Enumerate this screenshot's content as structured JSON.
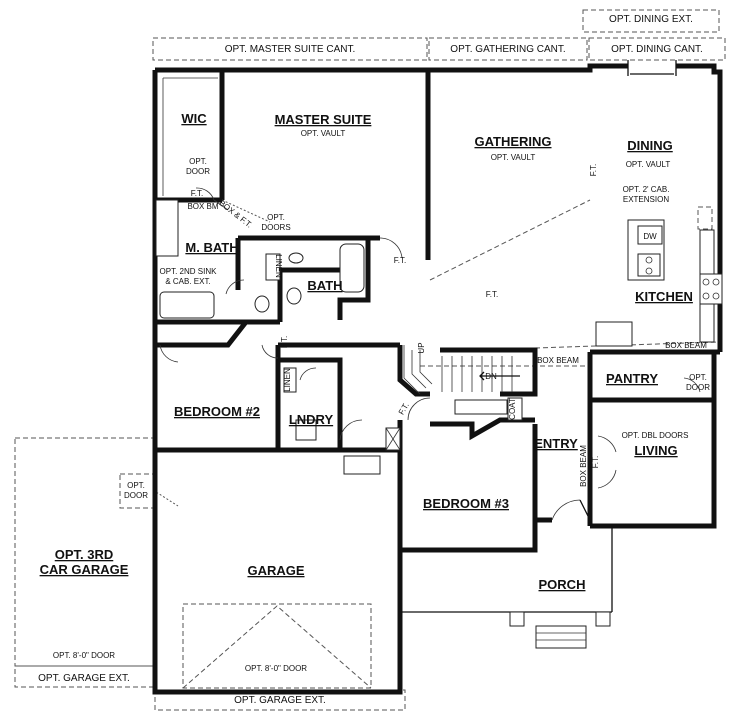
{
  "rooms": {
    "wic": "WIC",
    "master_suite": "MASTER SUITE",
    "gathering": "GATHERING",
    "dining": "DINING",
    "m_bath": "M. BATH",
    "bath": "BATH",
    "kitchen": "KITCHEN",
    "pantry": "PANTRY",
    "bedroom2": "BEDROOM #2",
    "lndry": "LNDRY",
    "entry": "ENTRY",
    "living": "LIVING",
    "bedroom3": "BEDROOM #3",
    "garage": "GARAGE",
    "porch": "PORCH",
    "opt_3rd_garage_line1": "OPT. 3RD",
    "opt_3rd_garage_line2": "CAR GARAGE"
  },
  "options": {
    "master_cant": "OPT. MASTER SUITE CANT.",
    "gathering_cant": "OPT. GATHERING CANT.",
    "dining_cant": "OPT. DINING CANT.",
    "dining_ext": "OPT. DINING EXT.",
    "garage_ext_left": "OPT. GARAGE EXT.",
    "garage_ext_bottom": "OPT. GARAGE EXT.",
    "door_8_left": "OPT. 8'-0\" DOOR",
    "door_8_garage": "OPT. 8'-0\" DOOR"
  },
  "notes": {
    "master_vault": "OPT. VAULT",
    "gathering_vault": "OPT. VAULT",
    "dining_vault": "OPT. VAULT",
    "opt_door_wic_1": "OPT.",
    "opt_door_wic_2": "DOOR",
    "ft_wic": "F.T.",
    "box_bm_wic": "BOX BM",
    "box_ft": "BOX & F.T.",
    "opt_doors_1": "OPT.",
    "opt_doors_2": "DOORS",
    "linen_bath": "LINEN",
    "ft_hall": "F.T.",
    "ft_gathering_side": "F.T.",
    "ft_gathering_bottom": "F.T.",
    "opt_2nd_sink_1": "OPT. 2ND SINK",
    "opt_2nd_sink_2": "& CAB. EXT.",
    "cab_ext_1": "OPT. 2' CAB.",
    "cab_ext_2": "EXTENSION",
    "dw": "DW",
    "box_beam_kitchen": "BOX BEAM",
    "box_beam_stair": "BOX BEAM",
    "box_beam_living": "BOX BEAM",
    "opt_door_pantry_1": "OPT.",
    "opt_door_pantry_2": "DOOR",
    "opt_dbl_doors": "OPT. DBL DOORS",
    "ft_living": "F.T.",
    "ft_bed2": "F.T.",
    "ft_entry": "F.T.",
    "linen_lndry": "LINEN",
    "coat": "COAT",
    "up": "UP",
    "dn": "DN",
    "opt_door_garage_1": "OPT.",
    "opt_door_garage_2": "DOOR"
  }
}
